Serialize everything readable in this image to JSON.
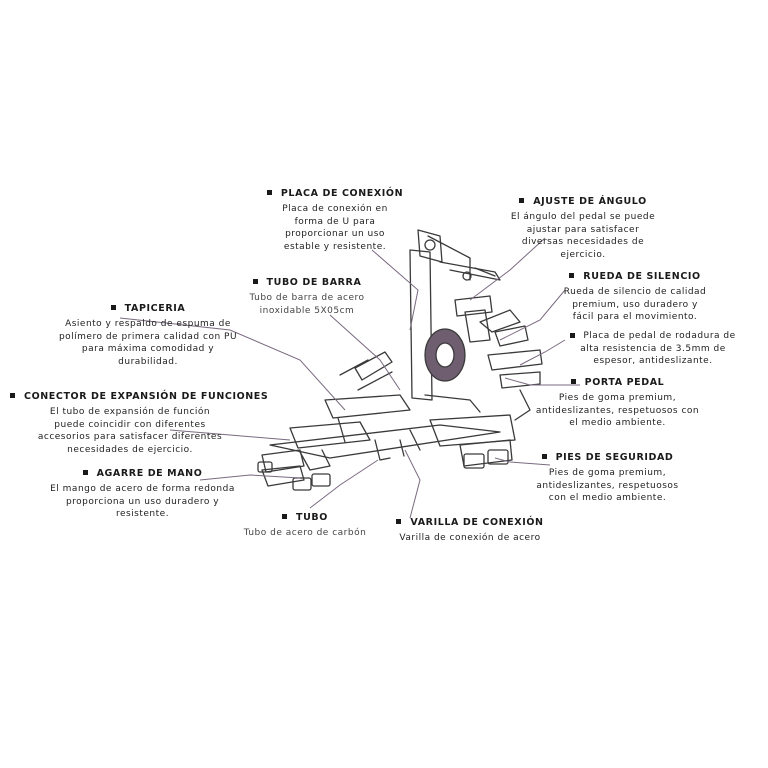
{
  "callouts": {
    "placa_conexion": {
      "title": "PLACA DE CONEXIÓN",
      "desc": "Placa de conexión en\nforma de U para\nproporcionar un uso\nestable y resistente."
    },
    "ajuste_angulo": {
      "title": "Ajuste de ángulo",
      "desc": "El ángulo del pedal se puede\najustar para satisfacer\ndiversas necesidades de\nejercicio."
    },
    "tubo_barra": {
      "title": "TUBO DE BARRA",
      "desc": "Tubo de barra de acero\ninoxidable 5X05cm"
    },
    "rueda_silencio": {
      "title": "RUEDA DE SILENCIO",
      "desc": "Rueda de silencio de calidad\npremium, uso duradero y\nfácil para el movimiento."
    },
    "tapiceria": {
      "title": "TAPICERIA",
      "desc": "Asiento y respaldo de espuma de\npolímero de primera calidad con PU\npara máxima comodidad y\ndurabilidad."
    },
    "placa_pedal": {
      "title": "",
      "desc": "Placa de pedal de rodadura de\nalta resistencia de 3.5mm de\nespesor, antideslizante."
    },
    "porta_pedal": {
      "title": "PORTA PEDAL",
      "desc": "Pies de goma premium,\nantideslizantes, respetuosos con\nel medio ambiente."
    },
    "conector": {
      "title": "CONECTOR DE EXPANSIÓN DE FUNCIONES",
      "desc": "El tubo de expansión de función\npuede coincidir con diferentes\naccesorios para satisfacer diferentes\nnecesidades de ejercicio."
    },
    "pies_seguridad": {
      "title": "Pies de seguridad",
      "desc": "Pies de goma premium,\nantideslizantes, respetuosos\ncon el medio ambiente."
    },
    "agarre_mano": {
      "title": "AGARRE DE MANO",
      "desc": "El mango de acero de forma redonda\nproporciona un uso duradero y\nresistente."
    },
    "tubo": {
      "title": "TUBO",
      "desc": "Tubo de acero de carbón"
    },
    "varilla_conexion": {
      "title": "VARILLA DE CONEXIÓN",
      "desc": "Varilla de conexión de acero"
    }
  },
  "colors": {
    "line": "#7a6a80",
    "outline": "#333333",
    "text": "#1a1a1a"
  }
}
